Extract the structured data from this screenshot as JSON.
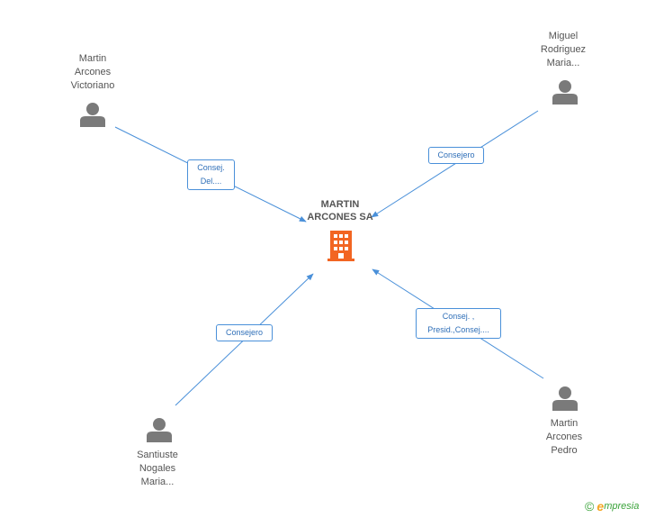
{
  "company": {
    "name_line1": "MARTIN",
    "name_line2": "ARCONES SA",
    "icon": "building-icon"
  },
  "people": [
    {
      "id": "p1",
      "lines": [
        "Martin",
        "Arcones",
        "Victoriano"
      ],
      "icon": "person-icon"
    },
    {
      "id": "p2",
      "lines": [
        "Miguel",
        "Rodriguez",
        "Maria..."
      ],
      "icon": "person-icon"
    },
    {
      "id": "p3",
      "lines": [
        "Santiuste",
        "Nogales",
        "Maria..."
      ],
      "icon": "person-icon"
    },
    {
      "id": "p4",
      "lines": [
        "Martin",
        "Arcones",
        "Pedro"
      ],
      "icon": "person-icon"
    }
  ],
  "roles": [
    {
      "lines": [
        "Consej.",
        "Del...."
      ]
    },
    {
      "lines": [
        "Consejero"
      ]
    },
    {
      "lines": [
        "Consejero"
      ]
    },
    {
      "lines": [
        "Consej. ,",
        "Presid.,Consej...."
      ]
    }
  ],
  "brand": {
    "copyright": "©",
    "e": "e",
    "rest": "mpresia"
  },
  "colors": {
    "edge": "#4a90d9",
    "person": "#7a7a7a",
    "building": "#f26522",
    "text": "#555555"
  }
}
